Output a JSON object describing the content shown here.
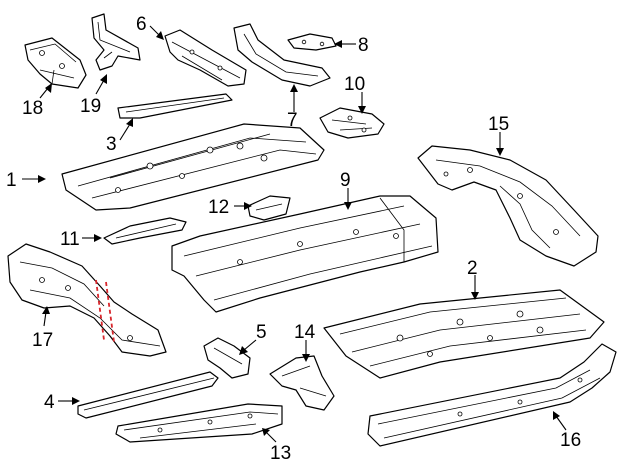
{
  "callouts": [
    {
      "id": "c1",
      "label": "1"
    },
    {
      "id": "c2",
      "label": "2"
    },
    {
      "id": "c3",
      "label": "3"
    },
    {
      "id": "c4",
      "label": "4"
    },
    {
      "id": "c5",
      "label": "5"
    },
    {
      "id": "c6",
      "label": "6"
    },
    {
      "id": "c7",
      "label": "7"
    },
    {
      "id": "c8",
      "label": "8"
    },
    {
      "id": "c9",
      "label": "9"
    },
    {
      "id": "c10",
      "label": "10"
    },
    {
      "id": "c11",
      "label": "11"
    },
    {
      "id": "c12",
      "label": "12"
    },
    {
      "id": "c13",
      "label": "13"
    },
    {
      "id": "c14",
      "label": "14"
    },
    {
      "id": "c15",
      "label": "15"
    },
    {
      "id": "c16",
      "label": "16"
    },
    {
      "id": "c17",
      "label": "17"
    },
    {
      "id": "c18",
      "label": "18"
    },
    {
      "id": "c19",
      "label": "19"
    }
  ],
  "colors": {
    "line": "#000000",
    "cut_line": "#d8262c",
    "background": "#ffffff"
  }
}
